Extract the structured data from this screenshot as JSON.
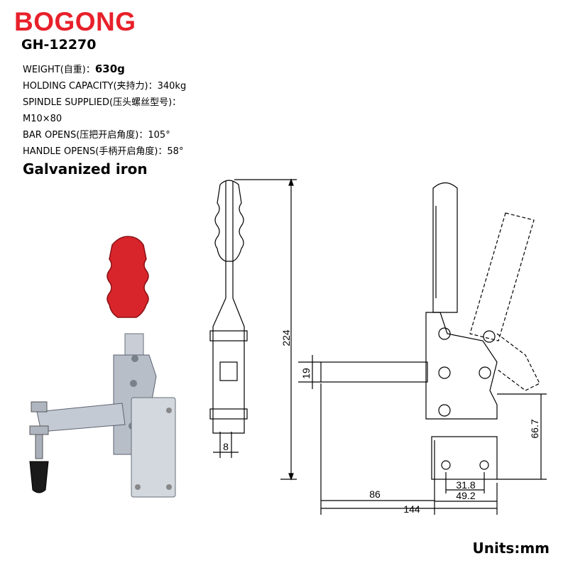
{
  "brand": {
    "name": "BOGONG",
    "color": "#e8202a"
  },
  "model": "GH-12270",
  "specs": {
    "weight_label": "WEIGHT(自重)：",
    "weight_value": "630g",
    "holding_label": "HOLDING CAPACITY(夹持力)：",
    "holding_value": "340kg",
    "spindle_label": "SPINDLE SUPPLIED(压头螺丝型号)：",
    "spindle_value": "M10×80",
    "bar_label": "BAR OPENS(压把开启角度)：",
    "bar_value": "105°",
    "handle_label": "HANDLE OPENS(手柄开启角度)：",
    "handle_value": "58°"
  },
  "material": "Galvanized iron",
  "units": "Units:mm",
  "dimensions": {
    "overall_height": "224",
    "bar_thickness": "19",
    "base_height": "66.7",
    "width": "8",
    "bar_reach": "86",
    "overall_length": "144",
    "hole_spacing_a": "31.8",
    "hole_spacing_b": "49.2"
  },
  "colors": {
    "handle": "#d8252b",
    "metal": "#c9ced6",
    "rubber": "#1a1a1a"
  }
}
